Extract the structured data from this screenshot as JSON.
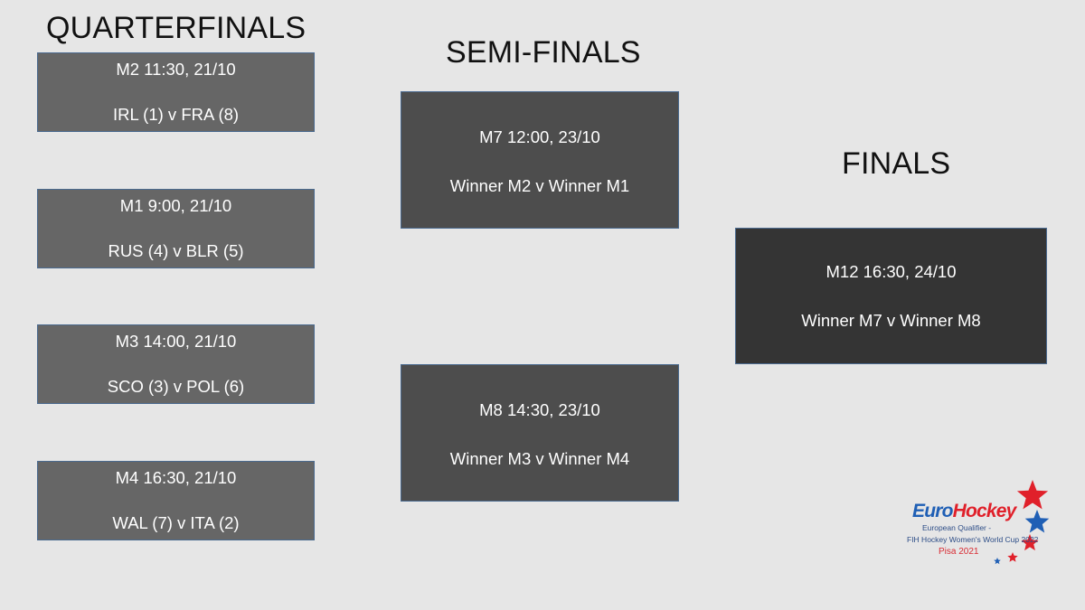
{
  "headings": {
    "quarterfinals": "QUARTERFINALS",
    "semifinals": "SEMI-FINALS",
    "finals": "FINALS"
  },
  "quarterfinals": [
    {
      "match": "M2 11:30, 21/10",
      "teams": "IRL (1) v FRA (8)"
    },
    {
      "match": "M1 9:00, 21/10",
      "teams": "RUS (4) v BLR (5)"
    },
    {
      "match": "M3 14:00, 21/10",
      "teams": "SCO (3) v POL (6)"
    },
    {
      "match": "M4 16:30, 21/10",
      "teams": "WAL (7) v ITA (2)"
    }
  ],
  "semifinals": [
    {
      "match": "M7 12:00, 23/10",
      "teams": "Winner M2 v Winner M1"
    },
    {
      "match": "M8 14:30, 23/10",
      "teams": "Winner M3 v Winner M4"
    }
  ],
  "final": {
    "match": "M12 16:30, 24/10",
    "teams": "Winner M7 v Winner M8"
  },
  "logo": {
    "brand_euro": "Euro",
    "brand_hockey": "Hockey",
    "line1": "European Qualifier -",
    "line2": "FIH Hockey Women's World Cup 2022",
    "line3": "Pisa 2021"
  },
  "colors": {
    "background": "#e6e6e6",
    "quarterfinal_box": "#666666",
    "semifinal_box": "#4d4d4d",
    "final_box": "#343434",
    "box_border": "#4a6a8f",
    "star_red": "#e0202a",
    "star_blue": "#1f5fb5"
  }
}
